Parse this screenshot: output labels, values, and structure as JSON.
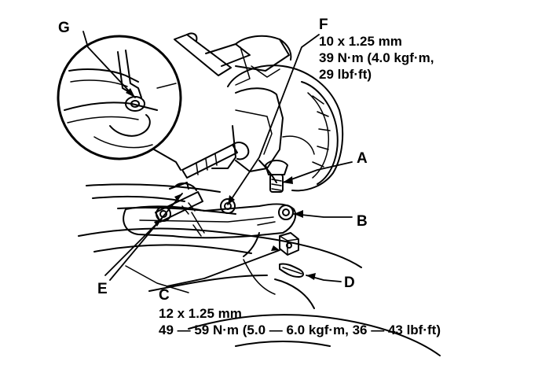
{
  "labels": {
    "a": "A",
    "b": "B",
    "c": "C",
    "d": "D",
    "e": "E",
    "f": "F",
    "g": "G"
  },
  "spec_f": {
    "line1": "10 x 1.25 mm",
    "line2": "39 N·m (4.0 kgf·m,",
    "line3": "29 lbf·ft)"
  },
  "spec_c": {
    "line1": "12 x 1.25 mm",
    "line2": "49 — 59 N·m (5.0 — 6.0 kgf·m, 36 — 43 lbf·ft)"
  },
  "colors": {
    "ink": "#000000",
    "paper": "#ffffff"
  }
}
